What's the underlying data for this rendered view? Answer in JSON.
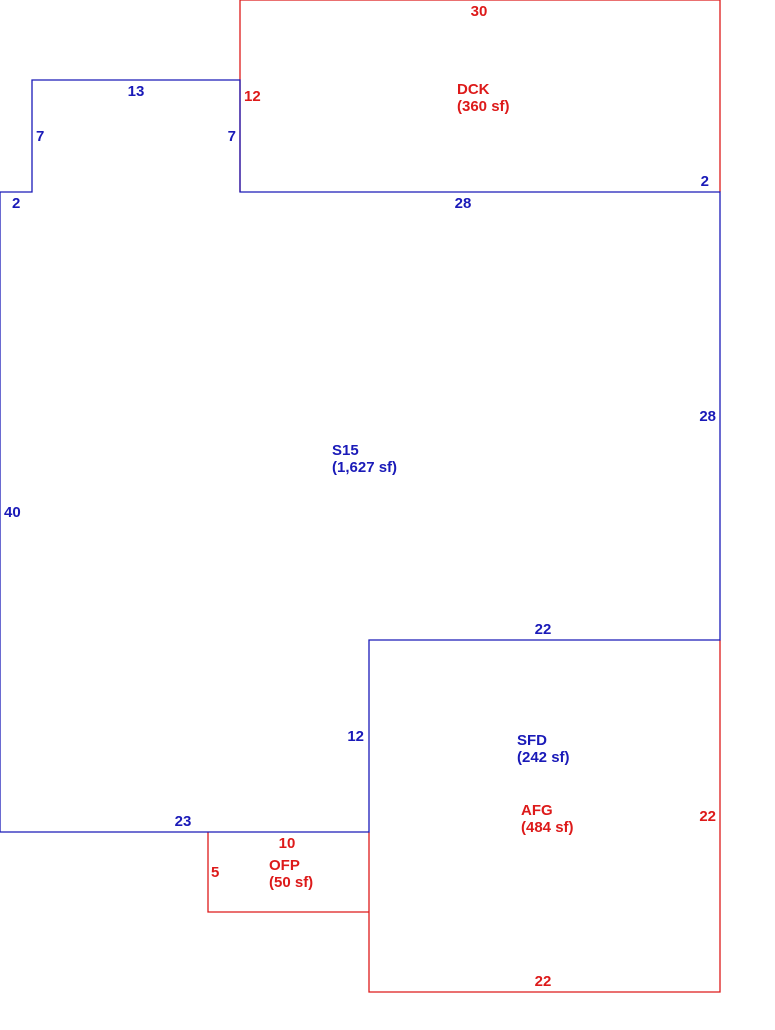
{
  "colors": {
    "living": "#1a1ab8",
    "other": "#dd1a1a"
  },
  "areas": {
    "dck": {
      "code": "DCK",
      "size": "(360 sf)"
    },
    "s15": {
      "code": "S15",
      "size": "(1,627 sf)"
    },
    "sfd": {
      "code": "SFD",
      "size": "(242 sf)"
    },
    "afg": {
      "code": "AFG",
      "size": "(484 sf)"
    },
    "ofp": {
      "code": "OFP",
      "size": "(50 sf)"
    }
  },
  "dims": {
    "dck_top": "30",
    "dck_left": "12",
    "dck_right": "2",
    "main_bump_top": "13",
    "main_bump_left": "7",
    "main_bump_right": "7",
    "main_left_step": "2",
    "main_top": "28",
    "main_right": "28",
    "main_left": "40",
    "main_inner_horizontal": "22",
    "main_inner_vertical": "12",
    "main_bottom": "23",
    "ofp_top": "10",
    "ofp_left": "5",
    "afg_right": "22",
    "afg_bottom": "22"
  }
}
